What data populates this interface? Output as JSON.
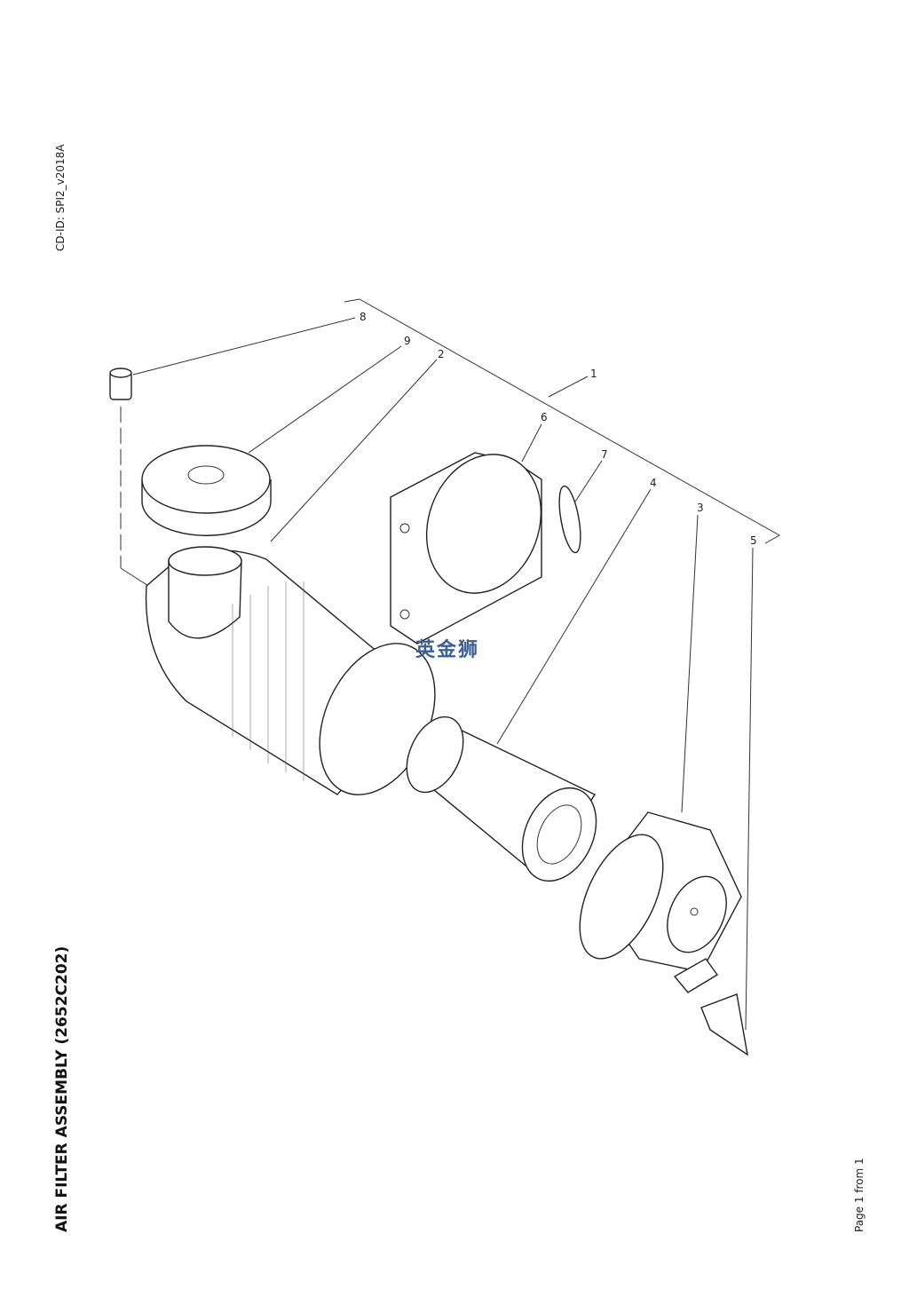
{
  "document": {
    "cd_id": "CD-ID: SPI2_v2018A",
    "title": "AIR FILTER ASSEMBLY (2652C202)",
    "page": "Page 1 from 1",
    "watermark": "英金狮",
    "watermark_color": "#3a5e96"
  },
  "callouts": {
    "c1": "1",
    "c2": "2",
    "c3": "3",
    "c4": "4",
    "c5": "5",
    "c6": "6",
    "c7": "7",
    "c8": "8",
    "c9": "9"
  }
}
